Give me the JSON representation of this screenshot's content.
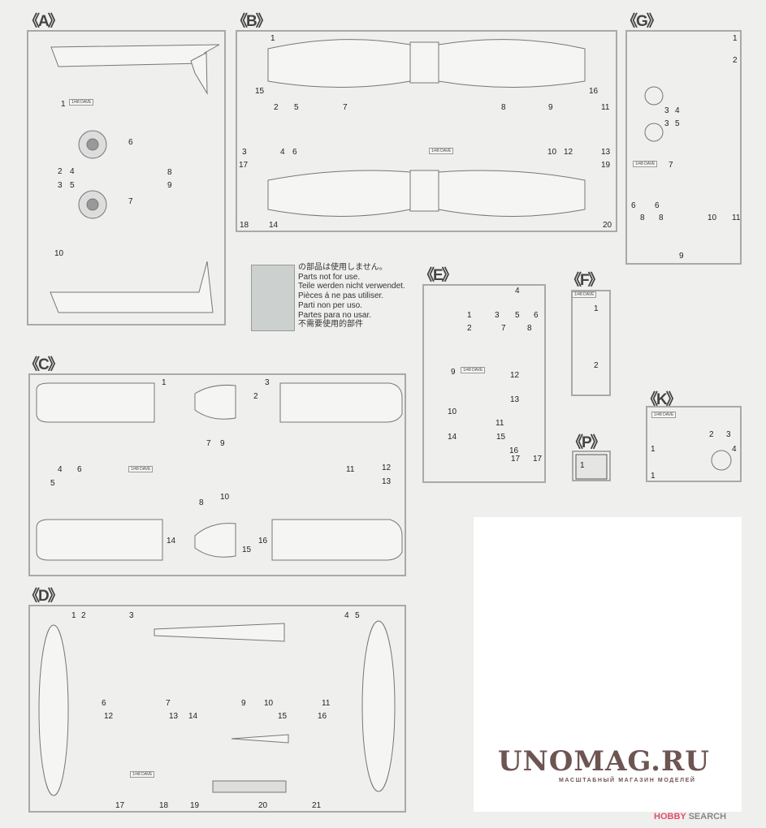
{
  "legend": {
    "lines": [
      "の部品は使用しません。",
      "Parts not for use.",
      "Teile werden nicht verwendet.",
      "Pièces á ne pas utiliser.",
      "Parti non per uso.",
      "Partes para no usar.",
      "不需要使用的部件"
    ]
  },
  "sprues": {
    "A": {
      "header": "《A》",
      "tag": "1/48 DAVE",
      "parts": [
        "1",
        "2",
        "4",
        "6",
        "8",
        "3",
        "5",
        "7",
        "9",
        "10"
      ]
    },
    "B": {
      "header": "《B》",
      "tag": "1/48 DAVE",
      "parts": [
        "1",
        "15",
        "16",
        "2",
        "5",
        "7",
        "8",
        "9",
        "11",
        "3",
        "4",
        "6",
        "10",
        "12",
        "13",
        "17",
        "19",
        "18",
        "14",
        "20"
      ]
    },
    "G": {
      "header": "《G》",
      "tag": "1/48 DAVE",
      "parts": [
        "1",
        "2",
        "3",
        "4",
        "3",
        "5",
        "7",
        "6",
        "6",
        "8",
        "8",
        "10",
        "11",
        "9"
      ]
    },
    "C": {
      "header": "《C》",
      "tag": "1/48 DAVE",
      "parts": [
        "1",
        "2",
        "3",
        "4",
        "5",
        "6",
        "7",
        "9",
        "8",
        "10",
        "11",
        "12",
        "13",
        "14",
        "15",
        "16"
      ]
    },
    "D": {
      "header": "《D》",
      "tag": "1/48 DAVE",
      "parts": [
        "1",
        "2",
        "3",
        "4",
        "5",
        "6",
        "7",
        "9",
        "10",
        "11",
        "12",
        "13",
        "14",
        "15",
        "16",
        "17",
        "18",
        "19",
        "20",
        "21"
      ]
    },
    "E": {
      "header": "《E》",
      "tag": "1/48 DAVE",
      "parts": [
        "4",
        "1",
        "3",
        "5",
        "6",
        "2",
        "7",
        "8",
        "9",
        "12",
        "13",
        "10",
        "11",
        "14",
        "15",
        "16",
        "17",
        "17"
      ]
    },
    "F": {
      "header": "《F》",
      "tag": "1/48 DAVE",
      "parts": [
        "1",
        "2"
      ]
    },
    "P": {
      "header": "《P》",
      "parts": [
        "1"
      ]
    },
    "K": {
      "header": "《K》",
      "tag": "1/48 DAVE",
      "parts": [
        "2",
        "3",
        "1",
        "4",
        "1"
      ]
    }
  },
  "watermark": {
    "title": "UNOMAG.RU",
    "subtitle": "МАСШТАБНЫЙ МАГАЗИН МОДЕЛЕЙ",
    "credit_brand": "HOBBY",
    "credit_rest": " SEARCH"
  },
  "colors": {
    "frame": "#a9a9a9",
    "unused": "#ccd0cf",
    "watermark": "#6e5552"
  }
}
